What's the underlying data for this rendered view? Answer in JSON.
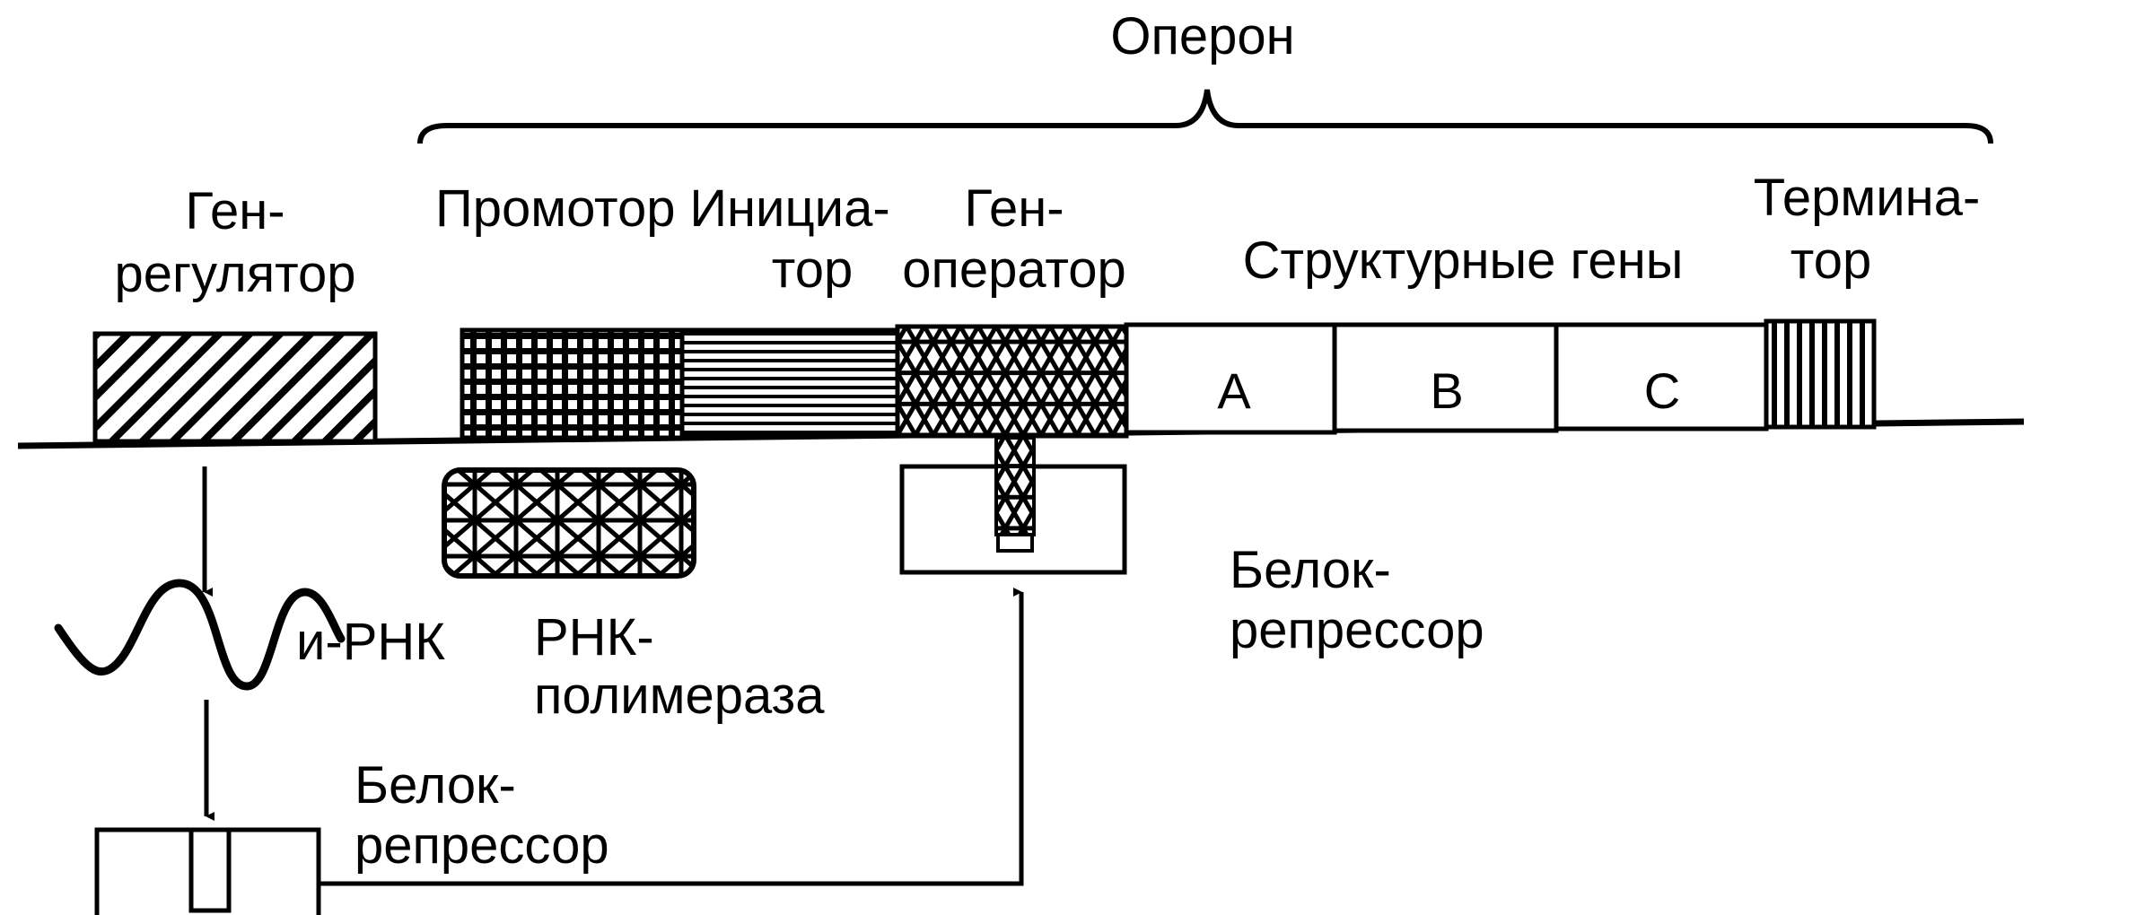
{
  "operon_label": "Оперон",
  "gene_regulator": {
    "line1": "Ген-",
    "line2": "регулятор"
  },
  "promoter": {
    "label": "Промотор"
  },
  "initiator": {
    "line1": "Инициа-",
    "line2": "тор"
  },
  "gene_operator": {
    "line1": "Ген-",
    "line2": "оператор"
  },
  "structural_genes": {
    "label": "Структурные гены",
    "genes": [
      "A",
      "B",
      "C"
    ]
  },
  "terminator": {
    "line1": "Термина-",
    "line2": "тор"
  },
  "mrna": {
    "label": "и-РНК"
  },
  "rna_polymerase": {
    "line1": "РНК-",
    "line2": "полимераза"
  },
  "repressor_bound": {
    "line1": "Белок-",
    "line2": "репрессор"
  },
  "repressor_free": {
    "line1": "Белок-",
    "line2": "репрессор"
  },
  "colors": {
    "ink": "#000000",
    "paper": "#ffffff"
  }
}
